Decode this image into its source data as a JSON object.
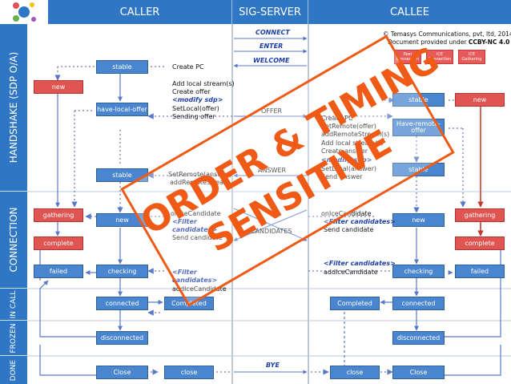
{
  "headers": {
    "caller": "CALLER",
    "sig_server": "SIG-SERVER",
    "callee": "CALLEE"
  },
  "phases": {
    "handshake": "HANDSHAKE (SDP O/A)",
    "connection": "CONNECTION",
    "in_call": "IN CALL",
    "frozen": "FROZEN",
    "done": "DONE"
  },
  "copyright": {
    "line1": "© Temasys Communications, pvt, ltd, 2014",
    "line2_prefix": "Document provided under ",
    "line2_license": "CCBY-NC 4.0"
  },
  "legend": {
    "peer": "Peer Connection",
    "ice": "ICE Connection",
    "gathering": "ICE Gathering"
  },
  "caller": {
    "state_stable": "stable",
    "state_new": "new",
    "state_have_local_offer": "have-local-offer",
    "state_stable2": "stable",
    "gathering": "gathering",
    "complete": "complete",
    "new_ice": "new",
    "failed": "failed",
    "checking": "checking",
    "connected": "connected",
    "completed": "Completed",
    "disconnected": "disconnected",
    "close_state": "Close",
    "close_action": "close"
  },
  "callee": {
    "state_stable": "stable",
    "state_new": "new",
    "state_have_remote_offer": "Have-remote-offer",
    "state_stable2": "stable",
    "gathering": "gathering",
    "new_ice": "new",
    "complete": "complete",
    "checking": "checking",
    "failed": "failed",
    "completed": "Completed",
    "connected": "connected",
    "disconnected": "disconnected",
    "close_action": "close",
    "close_state": "Close"
  },
  "caller_text": {
    "create_pc": "Create PC",
    "add_local": "Add local stream(s)",
    "create_offer": "Create offer",
    "modify_sdp": "<modify sdp>",
    "set_local": "SetLocal(offer)",
    "sending_offer": "Sending offer",
    "set_remote": "SetRemote(answer)",
    "add_remote": "addRemoteStream",
    "on_ice": "onIceCandidate",
    "filter_a": "<Filter",
    "filter_b": "candidates>",
    "send_candidate": "Send candidate",
    "filter2_a": "<Filter",
    "filter2_b": "candidates>",
    "add_ice": "addIceCandidate"
  },
  "callee_text": {
    "create_pc": "Create PC",
    "set_remote": "SetRemote(offer)",
    "add_remote": "addRemoteStream(s)",
    "add_local": "Add local stream(s)",
    "create_answer": "Create answer",
    "modify_sdp": "<modify sdp>",
    "set_local": "SetLocal(answer)",
    "send_answer": "Send answer",
    "on_ice": "onIceCandidate",
    "filter": "<Filter candidates>",
    "send_candidate": "Send candidate",
    "filter2": "<Filter candidates>",
    "add_ice": "addIceCandidate"
  },
  "signals": {
    "connect": "CONNECT",
    "enter": "ENTER",
    "welcome": "WELCOME",
    "offer": "OFFER",
    "answer": "ANSWER",
    "candidates": "CANDIDATES",
    "bye": "BYE"
  },
  "stamp": {
    "line1": "ORDER & TIMING",
    "line2": "SENSITIVE"
  },
  "colors": {
    "header": "#2f76c4",
    "box": "#4a86cf",
    "red_box": "#e05452",
    "accent": "#1d3ea8",
    "stamp": "#ef5a16",
    "arrow": "#5878c8"
  }
}
